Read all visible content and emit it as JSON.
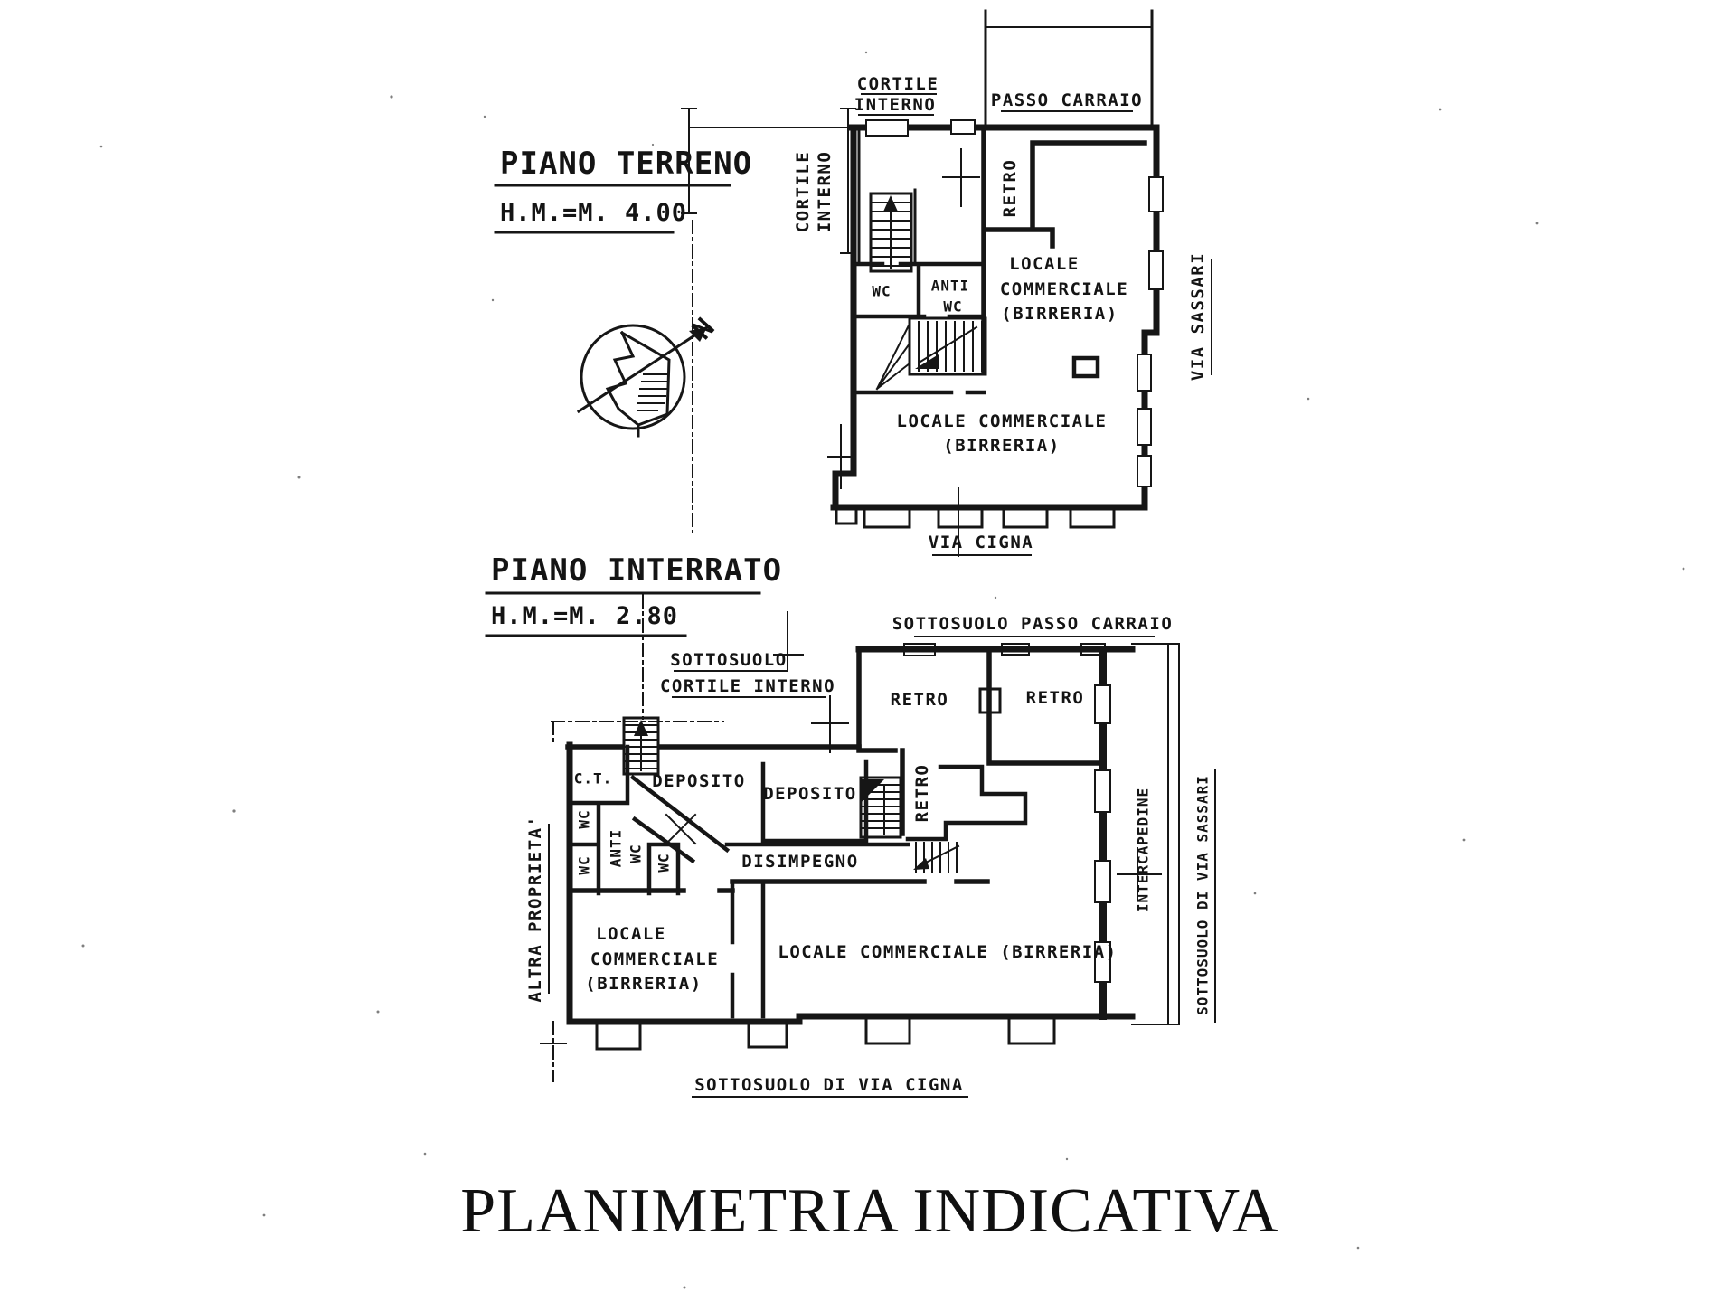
{
  "colors": {
    "ink": "#161616",
    "paper": "#ffffff"
  },
  "footer": {
    "title": "PLANIMETRIA INDICATIVA"
  },
  "compass": {
    "north": "N"
  },
  "piano_terreno": {
    "title": "PIANO TERRENO",
    "height_note": "H.M.=M. 4.00",
    "labels": {
      "cortile_top_1": "CORTILE",
      "cortile_top_2": "INTERNO",
      "passo_carraio": "PASSO CARRAIO",
      "cortile_side_1": "CORTILE",
      "cortile_side_2": "INTERNO",
      "retro": "RETRO",
      "wc": "WC",
      "anti": "ANTI",
      "anti_wc": "WC",
      "locale_1": "LOCALE",
      "locale_2": "COMMERCIALE",
      "locale_3": "(BIRRERIA)",
      "locale_main_1": "LOCALE COMMERCIALE",
      "locale_main_2": "(BIRRERIA)",
      "via_cigna": "VIA CIGNA",
      "via_sassari": "VIA SASSARI"
    }
  },
  "piano_interrato": {
    "title": "PIANO INTERRATO",
    "height_note": "H.M.=M. 2.80",
    "labels": {
      "sottosuolo_passo_carraio": "SOTTOSUOLO PASSO CARRAIO",
      "sottosuolo_cortile_1": "SOTTOSUOLO",
      "sottosuolo_cortile_2": "CORTILE INTERNO",
      "retro_a": "RETRO",
      "retro_b": "RETRO",
      "retro_c": "RETRO",
      "deposito_a": "DEPOSITO",
      "deposito_b": "DEPOSITO",
      "ct": "C.T.",
      "wc_a": "WC",
      "wc_b": "WC",
      "wc_c": "WC",
      "anti": "ANTI",
      "anti_wc": "WC",
      "disimpegno": "DISIMPEGNO",
      "altra_proprieta": "ALTRA PROPRIETA'",
      "locale_1": "LOCALE",
      "locale_2": "COMMERCIALE",
      "locale_3": "(BIRRERIA)",
      "locale_main": "LOCALE COMMERCIALE (BIRRERIA)",
      "intercapedine": "INTERCAPEDINE",
      "sottosuolo_via_sassari": "SOTTOSUOLO DI VIA SASSARI",
      "sottosuolo_via_cigna": "SOTTOSUOLO DI VIA CIGNA"
    }
  }
}
